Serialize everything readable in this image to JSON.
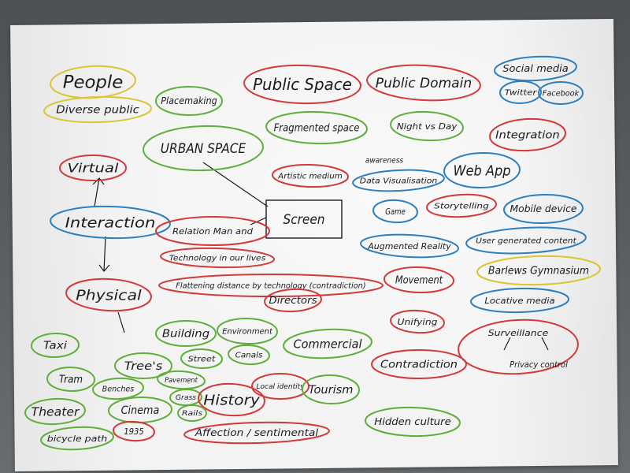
{
  "colors": {
    "red": "#d23a3a",
    "green": "#5fae3a",
    "blue": "#2d7fc0",
    "yellow": "#d9c632",
    "ink": "#1b1b1f"
  },
  "nodes": [
    {
      "id": "people",
      "text": "People",
      "color": "yellow"
    },
    {
      "id": "diverse-public",
      "text": "Diverse public",
      "color": "yellow"
    },
    {
      "id": "placemaking",
      "text": "Placemaking",
      "color": "green"
    },
    {
      "id": "public-space",
      "text": "Public Space",
      "color": "red"
    },
    {
      "id": "public-domain",
      "text": "Public Domain",
      "color": "red"
    },
    {
      "id": "social-media",
      "text": "Social media",
      "color": "blue"
    },
    {
      "id": "twitter",
      "text": "Twitter",
      "color": "blue"
    },
    {
      "id": "facebook",
      "text": "Facebook",
      "color": "blue"
    },
    {
      "id": "fragmented-space",
      "text": "Fragmented space",
      "color": "green"
    },
    {
      "id": "night-vs-day",
      "text": "Night vs Day",
      "color": "green"
    },
    {
      "id": "integration",
      "text": "Integration",
      "color": "red"
    },
    {
      "id": "urban-space",
      "text": "URBAN SPACE",
      "color": "green"
    },
    {
      "id": "virtual",
      "text": "Virtual",
      "color": "red"
    },
    {
      "id": "artistic-medium",
      "text": "Artistic medium",
      "color": "red"
    },
    {
      "id": "awareness",
      "text": "awareness",
      "color": "none"
    },
    {
      "id": "data-visualisation",
      "text": "Data Visualisation",
      "color": "blue"
    },
    {
      "id": "web-app",
      "text": "Web App",
      "color": "blue"
    },
    {
      "id": "screen",
      "text": "Screen",
      "color": "box"
    },
    {
      "id": "interaction",
      "text": "Interaction",
      "color": "blue"
    },
    {
      "id": "game",
      "text": "Game",
      "color": "blue"
    },
    {
      "id": "storytelling",
      "text": "Storytelling",
      "color": "red"
    },
    {
      "id": "mobile-device",
      "text": "Mobile device",
      "color": "blue"
    },
    {
      "id": "relation-man-and",
      "text": "Relation Man and",
      "color": "red"
    },
    {
      "id": "technology-in-our-lives",
      "text": "Technology in our lives",
      "color": "red"
    },
    {
      "id": "augmented-reality",
      "text": "Augmented Reality",
      "color": "blue"
    },
    {
      "id": "user-generated-content",
      "text": "User generated content",
      "color": "blue"
    },
    {
      "id": "barlews-gymnasium",
      "text": "Barlews Gymnasium",
      "color": "yellow"
    },
    {
      "id": "flattening-distance",
      "text": "Flattening distance by technology (contradiction)",
      "color": "red"
    },
    {
      "id": "movement",
      "text": "Movement",
      "color": "red"
    },
    {
      "id": "physical",
      "text": "Physical",
      "color": "red"
    },
    {
      "id": "directors",
      "text": "Directors",
      "color": "red"
    },
    {
      "id": "locative-media",
      "text": "Locative media",
      "color": "blue"
    },
    {
      "id": "building",
      "text": "Building",
      "color": "green"
    },
    {
      "id": "environment",
      "text": "Environment",
      "color": "green"
    },
    {
      "id": "unifying",
      "text": "Unifying",
      "color": "red"
    },
    {
      "id": "surveillance",
      "text": "Surveillance",
      "color": "red"
    },
    {
      "id": "taxi",
      "text": "Taxi",
      "color": "green"
    },
    {
      "id": "trees",
      "text": "Tree's",
      "color": "green"
    },
    {
      "id": "street",
      "text": "Street",
      "color": "green"
    },
    {
      "id": "canals",
      "text": "Canals",
      "color": "green"
    },
    {
      "id": "commercial",
      "text": "Commercial",
      "color": "green"
    },
    {
      "id": "privacy-control",
      "text": "Privacy control",
      "color": "none"
    },
    {
      "id": "contradiction",
      "text": "Contradiction",
      "color": "red"
    },
    {
      "id": "tram",
      "text": "Tram",
      "color": "green"
    },
    {
      "id": "pavement",
      "text": "Pavement",
      "color": "green"
    },
    {
      "id": "benches",
      "text": "Benches",
      "color": "green"
    },
    {
      "id": "grass",
      "text": "Grass",
      "color": "green"
    },
    {
      "id": "local-identity",
      "text": "Local identity",
      "color": "red"
    },
    {
      "id": "tourism",
      "text": "Tourism",
      "color": "green"
    },
    {
      "id": "history",
      "text": "History",
      "color": "red"
    },
    {
      "id": "theater",
      "text": "Theater",
      "color": "green"
    },
    {
      "id": "cinema",
      "text": "Cinema",
      "color": "green"
    },
    {
      "id": "rails",
      "text": "Rails",
      "color": "green"
    },
    {
      "id": "hidden-culture",
      "text": "Hidden culture",
      "color": "green"
    },
    {
      "id": "year-1935",
      "text": "1935",
      "color": "red"
    },
    {
      "id": "bicycle-path",
      "text": "bicycle path",
      "color": "green"
    },
    {
      "id": "affection-sentimental",
      "text": "Affection / sentimental",
      "color": "red"
    }
  ]
}
